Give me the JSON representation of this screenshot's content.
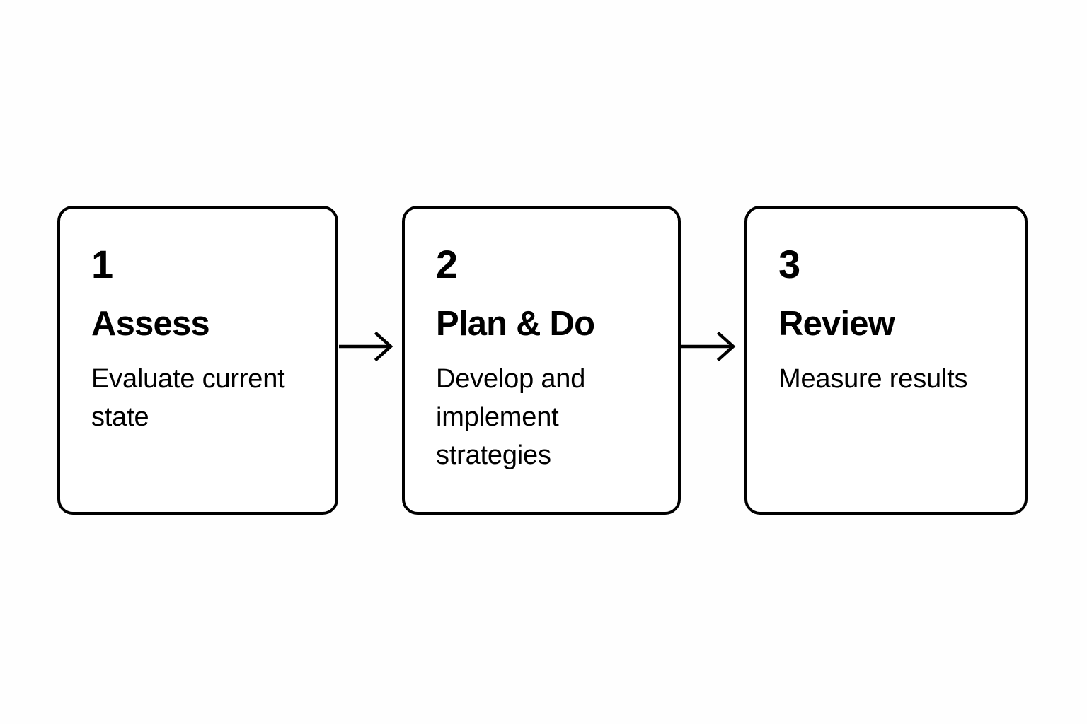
{
  "diagram": {
    "type": "process-flow",
    "orientation": "horizontal",
    "background_color": "#fefefe",
    "card_fill_color": "#ffffff",
    "stroke_color": "#000000",
    "steps": [
      {
        "number": "1",
        "title": "Assess",
        "description": "Evaluate current state"
      },
      {
        "number": "2",
        "title": "Plan & Do",
        "description": "Develop and implement strategies"
      },
      {
        "number": "3",
        "title": "Review",
        "description": "Measure results"
      }
    ],
    "connectors": [
      {
        "from": "1",
        "to": "2",
        "icon": "arrow-right-icon"
      },
      {
        "from": "2",
        "to": "3",
        "icon": "arrow-right-icon"
      }
    ]
  }
}
